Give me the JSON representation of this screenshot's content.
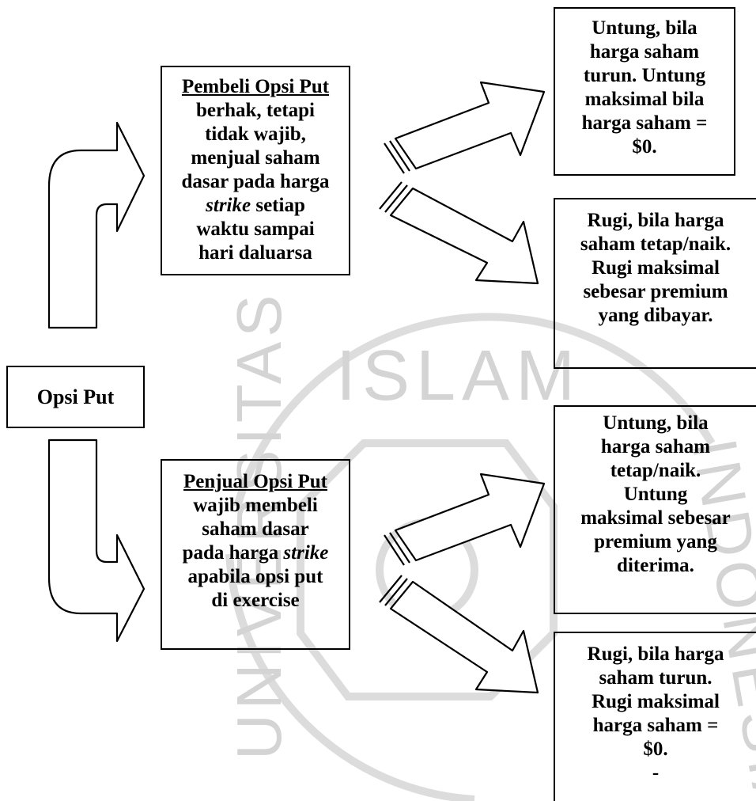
{
  "watermark": {
    "text": "ISLAM",
    "text_left": "UNIVERSITAS",
    "text_right": "INDONESIA"
  },
  "root": {
    "label": "Opsi Put"
  },
  "buyer": {
    "title": "Pembeli Opsi Put",
    "l1": "berhak, tetapi",
    "l2": "tidak wajib,",
    "l3": "menjual saham",
    "l4": "dasar pada harga",
    "l5_strike": "strike",
    "l5_rest": " setiap",
    "l6": "waktu sampai",
    "l7": "hari daluarsa"
  },
  "seller": {
    "title": "Penjual Opsi Put",
    "l1": "wajib membeli",
    "l2": "saham dasar",
    "l3_pre": "pada harga ",
    "l3_strike": "strike",
    "l4": "apabila opsi put",
    "l5": "di exercise"
  },
  "outcomes": {
    "buyer_profit": [
      "Untung, bila",
      "harga saham",
      "turun. Untung",
      "maksimal bila",
      "harga saham =",
      "$0."
    ],
    "buyer_loss": [
      "Rugi, bila harga",
      "saham tetap/naik.",
      "Rugi maksimal",
      "sebesar premium",
      "yang dibayar."
    ],
    "seller_profit": [
      "Untung, bila",
      "harga saham",
      "tetap/naik.",
      "Untung",
      "maksimal sebesar",
      "premium yang",
      "diterima."
    ],
    "seller_loss": [
      "Rugi, bila harga",
      "saham turun.",
      "Rugi maksimal",
      "harga saham =",
      "$0.",
      "-"
    ]
  },
  "colors": {
    "line": "#000000",
    "watermark": "#d4d4d4"
  }
}
